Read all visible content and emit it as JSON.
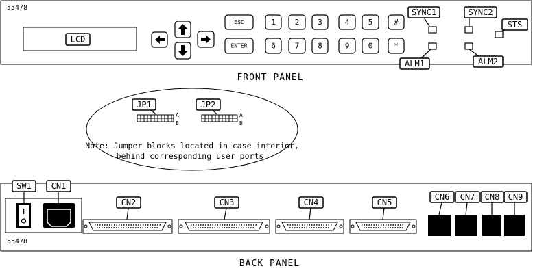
{
  "model_front": "55478",
  "model_back": "55478",
  "front_panel": {
    "caption": "FRONT PANEL",
    "lcd_label": "LCD",
    "keys_row1": [
      "ESC",
      "1",
      "2",
      "3",
      "4",
      "5",
      "#"
    ],
    "keys_row2": [
      "ENTER",
      "6",
      "7",
      "8",
      "9",
      "0",
      "*"
    ],
    "indicators": {
      "sync1": "SYNC1",
      "sync2": "SYNC2",
      "sts": "STS",
      "alm1": "ALM1",
      "alm2": "ALM2"
    }
  },
  "interior": {
    "jp1": "JP1",
    "jp2": "JP2",
    "row_a": "A",
    "row_b": "B",
    "note_line1": "Note: Jumper blocks located in case interior,",
    "note_line2": "behind corresponding user ports"
  },
  "back_panel": {
    "caption": "BACK PANEL",
    "sw1": "SW1",
    "connectors": [
      "CN1",
      "CN2",
      "CN3",
      "CN4",
      "CN5",
      "CN6",
      "CN7",
      "CN8",
      "CN9"
    ]
  }
}
